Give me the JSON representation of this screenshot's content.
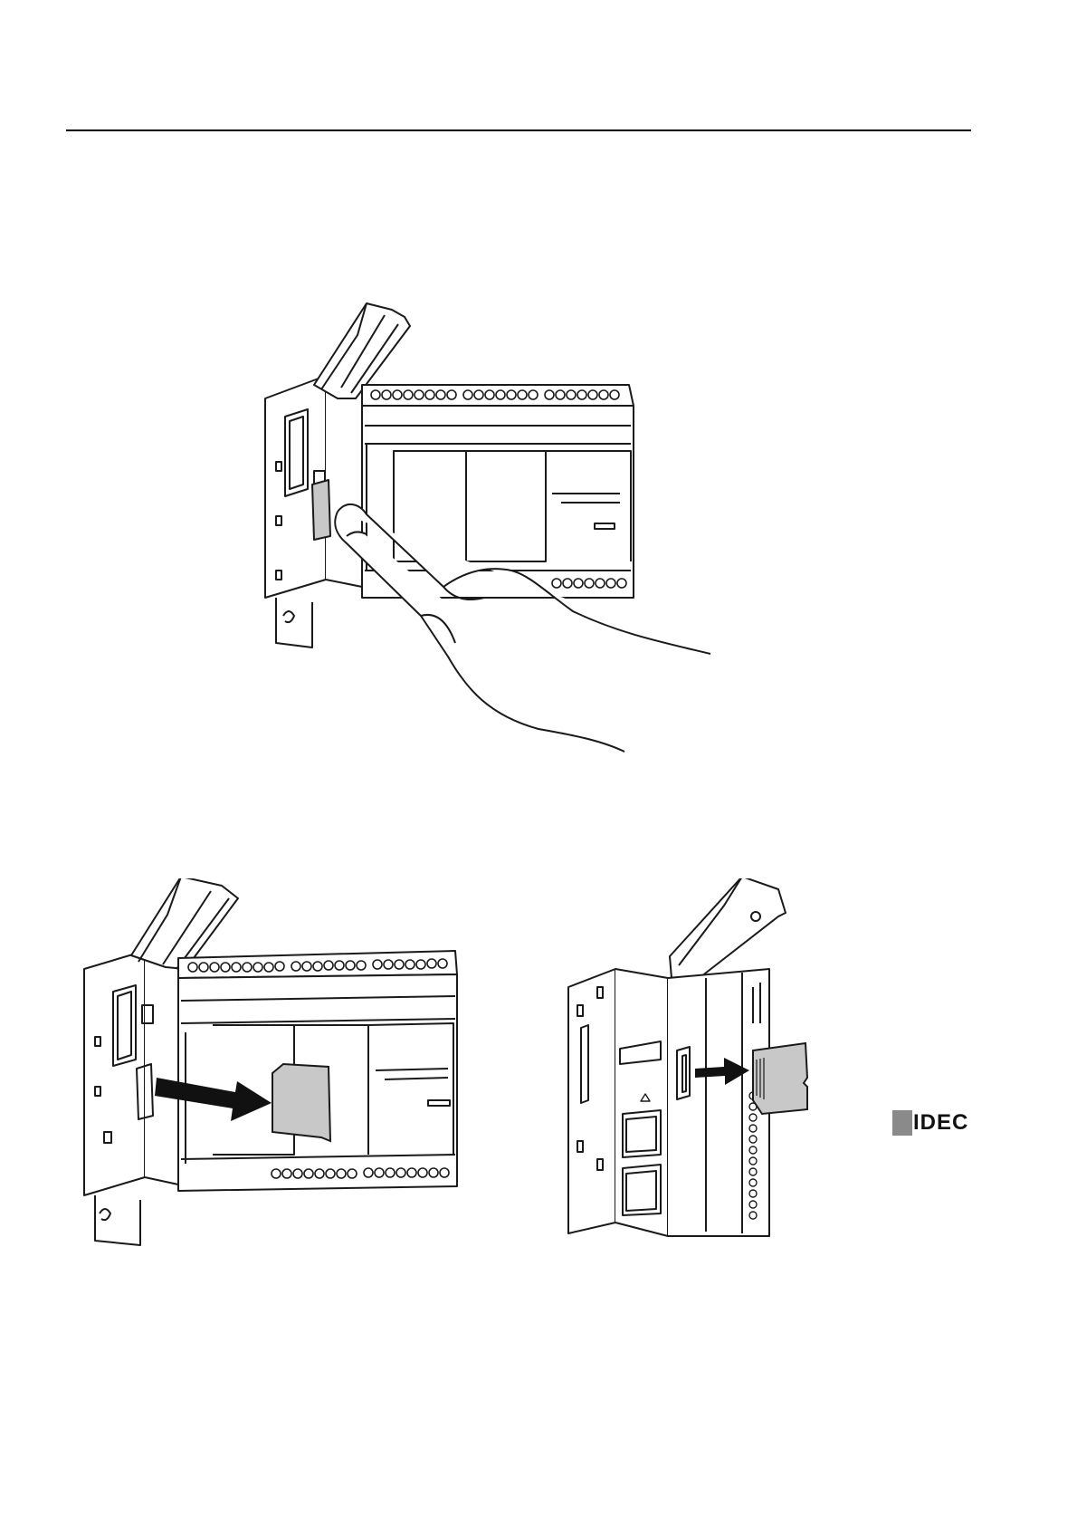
{
  "brand": {
    "logo_text": "IDEC",
    "logo_mark_color": "#8a8a8a"
  },
  "figures": [
    {
      "id": "fig-top",
      "subject": "finger-pressing-sd-card-into-slot"
    },
    {
      "id": "fig-left",
      "subject": "sd-card-removal-all-in-one-cpu"
    },
    {
      "id": "fig-right",
      "subject": "sd-card-removal-slim-cpu"
    }
  ],
  "colors": {
    "line": "#1a1a1a",
    "card_fill": "#c8c8c8",
    "arrow": "#111111"
  }
}
